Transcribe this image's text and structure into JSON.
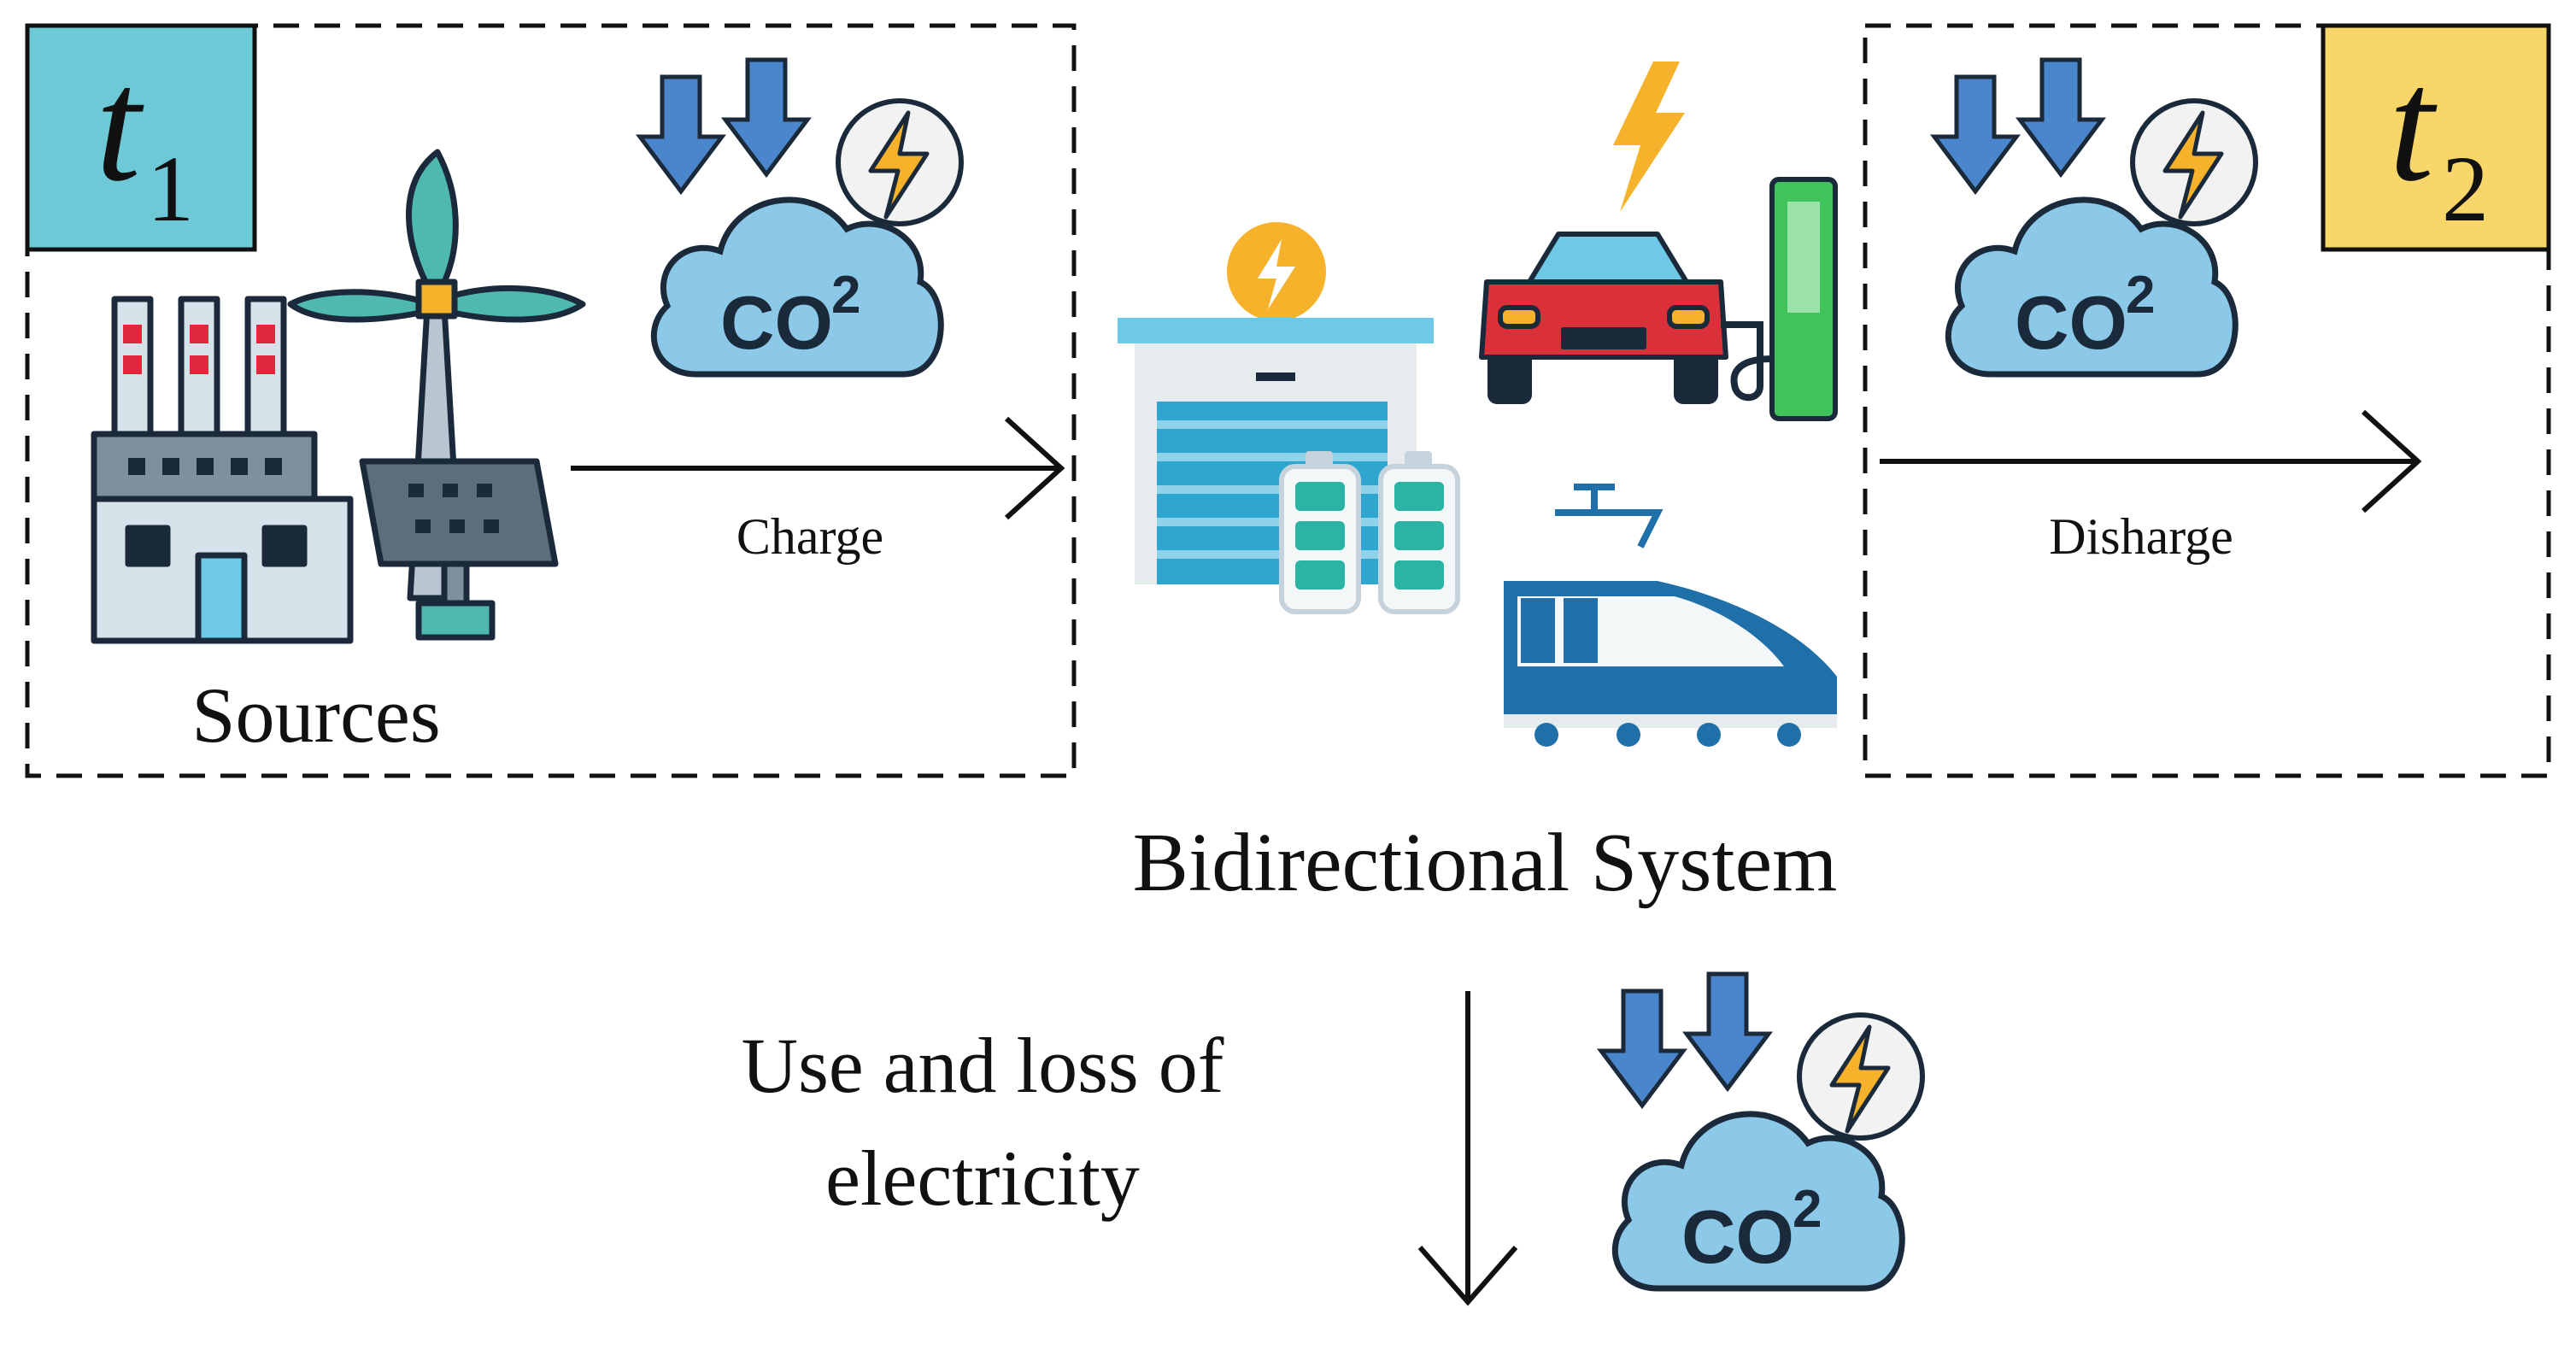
{
  "badges": {
    "t1": {
      "letter": "t",
      "sub": "1",
      "color": "#6ec9d6"
    },
    "t2": {
      "letter": "t",
      "sub": "2",
      "color": "#f9d66a"
    }
  },
  "labels": {
    "sources": "Sources",
    "charge": "Charge",
    "discharge": "Disharge",
    "system": "Bidirectional System",
    "use_line1": "Use and loss of",
    "use_line2": "electricity"
  },
  "icons": {
    "co2_text": "CO",
    "co2_sup": "2"
  },
  "colors": {
    "cloud": "#8cc8e8",
    "cloud_stroke": "#1b2a3a",
    "arrow_blue": "#4a86cc",
    "bolt": "#f6b22a",
    "car": "#d9303a",
    "train": "#1f6fa8",
    "battery": "#2bb3a4",
    "charger": "#3fc35a",
    "turbine": "#4fb9b0"
  }
}
